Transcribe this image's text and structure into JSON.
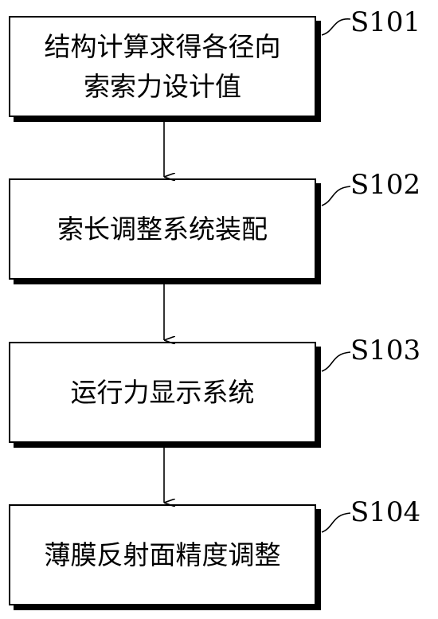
{
  "steps": [
    {
      "id": "S101",
      "lines": [
        "结构计算求得各径向",
        "索索力设计值"
      ]
    },
    {
      "id": "S102",
      "lines": [
        "索长调整系统装配"
      ]
    },
    {
      "id": "S103",
      "lines": [
        "运行力显示系统"
      ]
    },
    {
      "id": "S104",
      "lines": [
        "薄膜反射面精度调整"
      ]
    }
  ]
}
